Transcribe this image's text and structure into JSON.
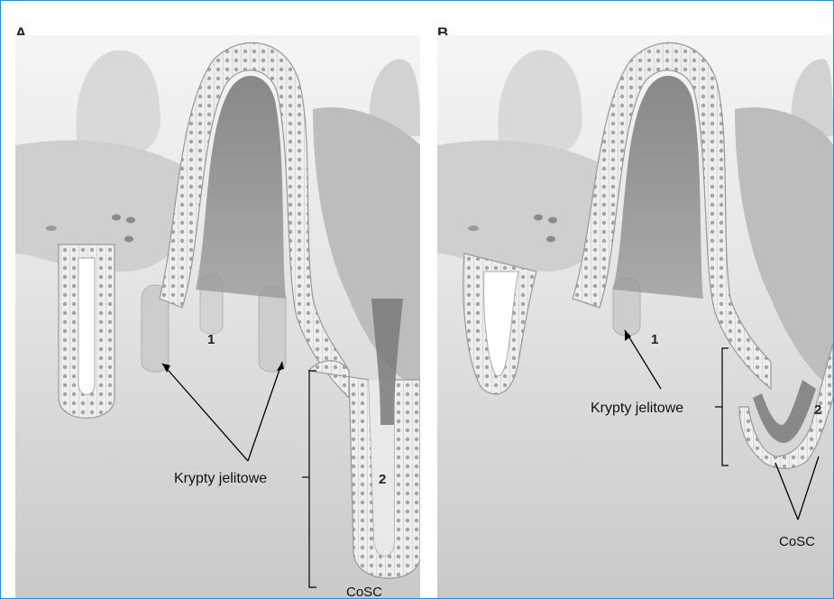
{
  "figure": {
    "panels": [
      {
        "letter": "A",
        "label_1": "1",
        "label_2": "2",
        "crypt_label": "Krypty jelitowe",
        "cosc_label": "CoSC"
      },
      {
        "letter": "B",
        "label_1": "1",
        "label_2": "2",
        "crypt_label": "Krypty jelitowe",
        "cosc_label": "CoSC"
      }
    ],
    "colors": {
      "border": "#1f8fd1",
      "tissue_light": "#e6e6e6",
      "tissue_dark": "#7d7d7d",
      "epithelium": "#ececec",
      "nucleus": "#9a9a9a"
    }
  }
}
